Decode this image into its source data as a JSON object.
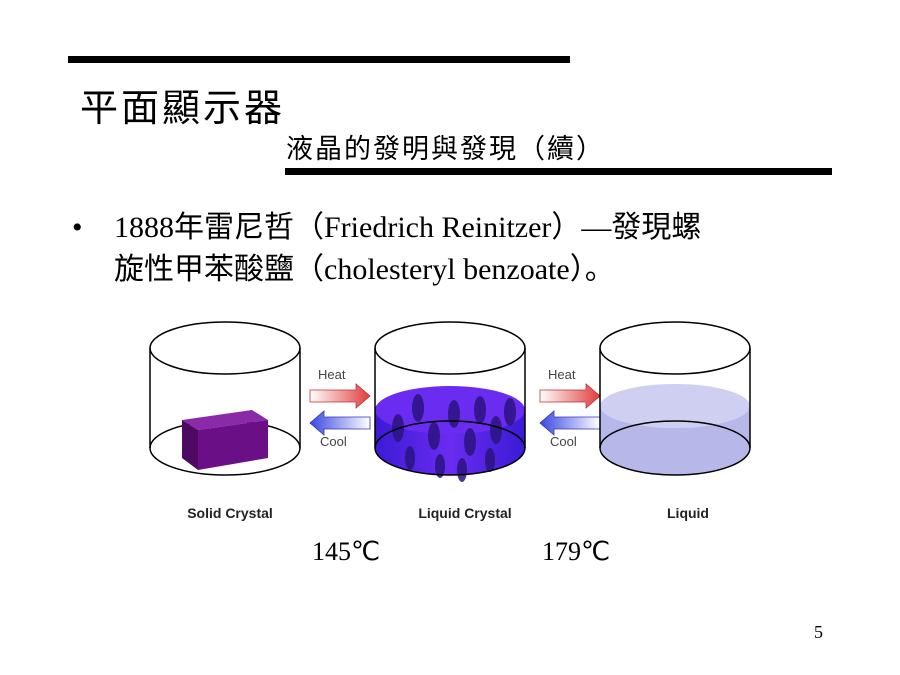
{
  "title": "平面顯示器",
  "subtitle": "液晶的發明與發現（續）",
  "bullet": {
    "symbol": "•",
    "line1": "1888年雷尼哲（Friedrich  Reinitzer）—發現螺",
    "line2": "旋性甲苯酸鹽（cholesteryl benzoate）。"
  },
  "diagram": {
    "labels": [
      "Solid Crystal",
      "Liquid Crystal",
      "Liquid"
    ],
    "heat_label": "Heat",
    "cool_label": "Cool",
    "colors": {
      "solid": "#6b0f87",
      "liquid_crystal": "#5a1fe0",
      "liquid": "#b7b7ea"
    }
  },
  "temperatures": [
    "145℃",
    "179℃"
  ],
  "page_number": "5"
}
